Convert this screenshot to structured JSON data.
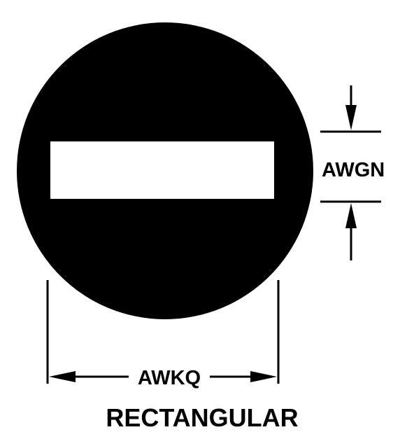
{
  "diagram": {
    "height_dimension_label": "AWGN",
    "width_dimension_label": "AWKQ",
    "shape_caption": "RECTANGULAR",
    "colors": {
      "ink": "#000000",
      "paper": "#ffffff"
    }
  }
}
